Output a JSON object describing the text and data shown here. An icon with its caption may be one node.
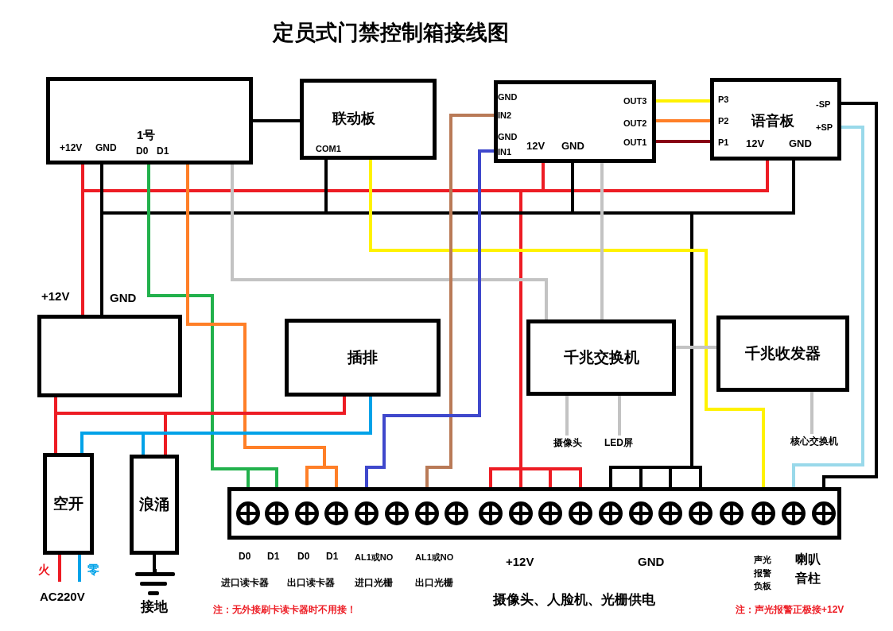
{
  "diagram": {
    "title": "定员式门禁控制箱接线图",
    "nodes": [
      {
        "text": [
          "1号",
          "+12V",
          "GND",
          "D0",
          "D1"
        ]
      },
      {
        "text": [
          "联动板",
          "COM1"
        ]
      },
      {
        "text": [
          "GND",
          "IN2",
          "GND",
          "IN1",
          "12V",
          "GND",
          "OUT3",
          "OUT2",
          "OUT1"
        ]
      },
      {
        "text": [
          "P3",
          "P2",
          "P1",
          "语音板",
          "12V",
          "GND",
          "-SP",
          "+SP"
        ]
      },
      {
        "text": [],
        "shape": "box"
      },
      {
        "text": [
          "插排"
        ]
      },
      {
        "text": [
          "千兆交换机"
        ]
      },
      {
        "text": [
          "千兆收发器"
        ]
      },
      {
        "text": [
          "摄像头"
        ]
      },
      {
        "text": [
          "LED屏"
        ]
      },
      {
        "text": [
          "核心交换机"
        ]
      },
      {
        "text": [
          "空开"
        ]
      },
      {
        "text": [
          "浪涌"
        ]
      },
      {
        "text": [],
        "shape": "bar"
      },
      {
        "text": [],
        "shape": "circle",
        "in": 13
      },
      {
        "text": [],
        "shape": "circle",
        "in": 13
      },
      {
        "text": [],
        "shape": "circle",
        "in": 13
      },
      {
        "text": [],
        "shape": "circle",
        "in": 13
      },
      {
        "text": [],
        "shape": "circle",
        "in": 13
      },
      {
        "text": [],
        "shape": "circle",
        "in": 13
      },
      {
        "text": [],
        "shape": "circle",
        "in": 13
      },
      {
        "text": [],
        "shape": "circle",
        "in": 13
      },
      {
        "text": [],
        "shape": "circle",
        "in": 13
      },
      {
        "text": [],
        "shape": "circle",
        "in": 13
      },
      {
        "text": [],
        "shape": "circle",
        "in": 13
      },
      {
        "text": [],
        "shape": "circle",
        "in": 13
      },
      {
        "text": [],
        "shape": "circle",
        "in": 13
      },
      {
        "text": [],
        "shape": "circle",
        "in": 13
      },
      {
        "text": [],
        "shape": "circle",
        "in": 13
      },
      {
        "text": [],
        "shape": "circle",
        "in": 13
      },
      {
        "text": [],
        "shape": "circle",
        "in": 13
      },
      {
        "text": [],
        "shape": "circle",
        "in": 13
      },
      {
        "text": [],
        "shape": "circle",
        "in": 13
      },
      {
        "text": [],
        "shape": "circle",
        "in": 13
      },
      {
        "text": [
          "接地"
        ]
      }
    ],
    "edges": [
      {
        "from": 0,
        "to": 1,
        "arrow": "none",
        "color": "#000000"
      },
      {
        "from": 4,
        "to": 0,
        "arrow": "none",
        "color": "#ed1c24"
      },
      {
        "from": 4,
        "to": 2,
        "arrow": "none",
        "color": "#ed1c24"
      },
      {
        "from": 4,
        "to": 3,
        "arrow": "none",
        "color": "#ed1c24"
      },
      {
        "from": 4,
        "to": 22,
        "arrow": "none",
        "color": "#ed1c24"
      },
      {
        "from": 4,
        "to": 23,
        "arrow": "none",
        "color": "#ed1c24"
      },
      {
        "from": 4,
        "to": 24,
        "arrow": "none",
        "color": "#ed1c24"
      },
      {
        "from": 4,
        "to": 25,
        "arrow": "none",
        "color": "#ed1c24"
      },
      {
        "from": 4,
        "to": 0,
        "arrow": "none",
        "color": "#000000"
      },
      {
        "from": 4,
        "to": 1,
        "arrow": "none",
        "color": "#000000"
      },
      {
        "from": 4,
        "to": 2,
        "arrow": "none",
        "color": "#000000"
      },
      {
        "from": 4,
        "to": 3,
        "arrow": "none",
        "color": "#000000"
      },
      {
        "from": 4,
        "to": 26,
        "arrow": "none",
        "color": "#000000"
      },
      {
        "from": 4,
        "to": 27,
        "arrow": "none",
        "color": "#000000"
      },
      {
        "from": 4,
        "to": 28,
        "arrow": "none",
        "color": "#000000"
      },
      {
        "from": 4,
        "to": 29,
        "arrow": "none",
        "color": "#000000"
      },
      {
        "from": 0,
        "to": 14,
        "arrow": "none",
        "color": "#22b14c"
      },
      {
        "from": 0,
        "to": 15,
        "arrow": "none",
        "color": "#22b14c"
      },
      {
        "from": 0,
        "to": 16,
        "arrow": "none",
        "color": "#ff7f27"
      },
      {
        "from": 0,
        "to": 17,
        "arrow": "none",
        "color": "#ff7f27"
      },
      {
        "from": 0,
        "to": 6,
        "arrow": "none",
        "color": "#c3c3c3"
      },
      {
        "from": 1,
        "to": 31,
        "arrow": "none",
        "color": "#fff200"
      },
      {
        "from": 2,
        "to": 20,
        "arrow": "none",
        "color": "#b97a57"
      },
      {
        "from": 2,
        "to": 18,
        "arrow": "none",
        "color": "#3f48cc"
      },
      {
        "from": 2,
        "to": 3,
        "arrow": "none",
        "color": "#fff200"
      },
      {
        "from": 2,
        "to": 3,
        "arrow": "none",
        "color": "#ff7f27"
      },
      {
        "from": 2,
        "to": 3,
        "arrow": "none",
        "color": "#880015"
      },
      {
        "from": 2,
        "to": 6,
        "arrow": "none",
        "color": "#c3c3c3"
      },
      {
        "from": 3,
        "to": 33,
        "arrow": "none",
        "color": "#000000"
      },
      {
        "from": 3,
        "to": 32,
        "arrow": "none",
        "color": "#99d9ea"
      },
      {
        "from": 6,
        "to": 7,
        "arrow": "none",
        "color": "#c3c3c3"
      },
      {
        "from": 6,
        "to": 8,
        "arrow": "none",
        "color": "#c3c3c3"
      },
      {
        "from": 6,
        "to": 9,
        "arrow": "none",
        "color": "#c3c3c3"
      },
      {
        "from": 7,
        "to": 10,
        "arrow": "none",
        "color": "#c3c3c3"
      },
      {
        "from": 11,
        "to": 4,
        "arrow": "none",
        "color": "#ed1c24"
      },
      {
        "from": 11,
        "to": 5,
        "arrow": "none",
        "color": "#ed1c24"
      },
      {
        "from": 11,
        "to": 12,
        "arrow": "none",
        "color": "#ed1c24"
      },
      {
        "from": 11,
        "to": 5,
        "arrow": "none",
        "color": "#00a2e8"
      },
      {
        "from": 11,
        "to": 12,
        "arrow": "none",
        "color": "#00a2e8"
      },
      {
        "from": null,
        "to": 11,
        "arrow": "none",
        "color": "#ed1c24"
      },
      {
        "from": null,
        "to": 11,
        "arrow": "none",
        "color": "#00a2e8"
      },
      {
        "from": 12,
        "to": 34,
        "arrow": "none",
        "color": "#000000"
      }
    ],
    "labels": [
      "+12V",
      "GND",
      "D0",
      "D1",
      "D0",
      "D1",
      "AL1或NO",
      "AL1或NO",
      "+12V",
      "GND",
      "声光报警负板",
      "喇叭音柱",
      "进口读卡器",
      "出口读卡器",
      "进口光栅",
      "出口光栅",
      "火",
      "零",
      "AC220V",
      "摄像头、人脸机、光栅供电",
      "注：无外接刷卡读卡器时不用接！",
      "注：声光报警正极接+12V"
    ]
  }
}
